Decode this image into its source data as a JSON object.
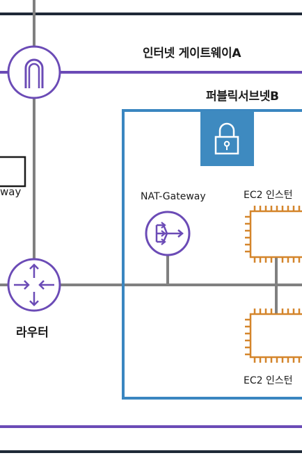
{
  "colors": {
    "vpc_border": "#1f2937",
    "igw_line": "#6b4bb6",
    "subnet_border": "#3a86c0",
    "lock_fill": "#3e8ac0",
    "connector": "#808080",
    "ec2": "#d4852b",
    "icon_purple": "#6b4bb6"
  },
  "labels": {
    "internet_gateway": "인터넷 게이트웨이A",
    "public_subnet": "퍼블릭서브넷B",
    "nat_gateway": "NAT-Gateway",
    "ec2_top": "EC2 인스턴",
    "ec2_bottom": "EC2 인스턴",
    "router": "라우터",
    "cut_box_text": "way"
  },
  "icons": [
    "internet-gateway-icon",
    "lock-icon",
    "nat-gateway-icon",
    "router-icon",
    "ec2-chip-icon"
  ]
}
